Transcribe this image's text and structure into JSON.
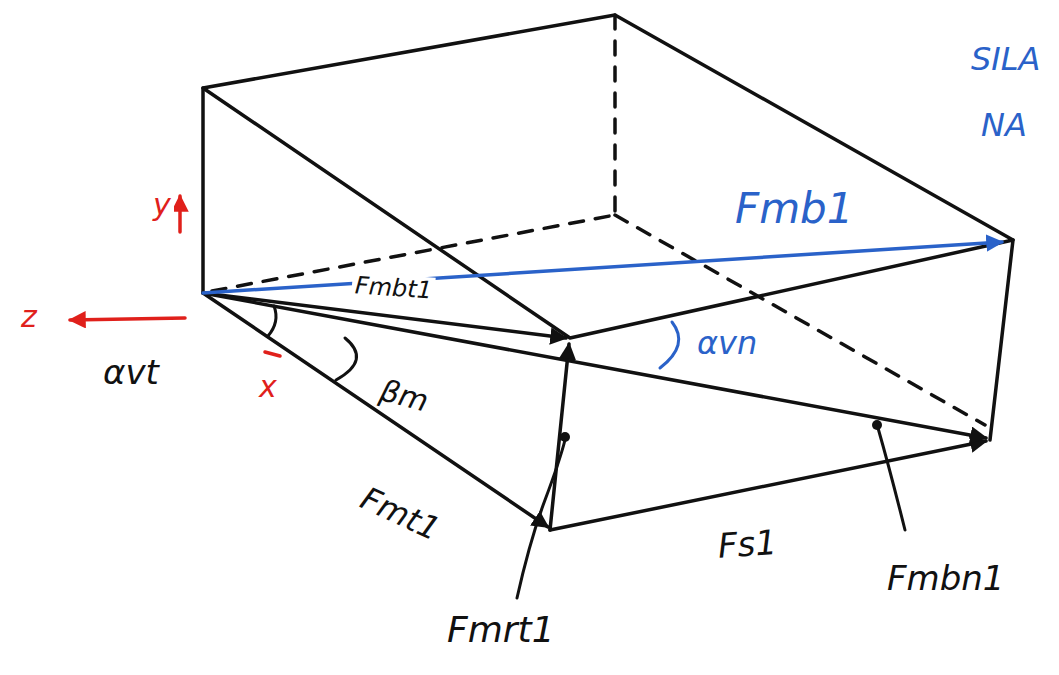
{
  "diagram": {
    "labels": [
      "SILA",
      "NA",
      "y",
      "z",
      "x",
      "Fmb1",
      "Fmbt1",
      "αvt",
      "βm",
      "αvn",
      "Fmt1",
      "Fs1",
      "Fmbn1",
      "Fmrt1"
    ]
  }
}
